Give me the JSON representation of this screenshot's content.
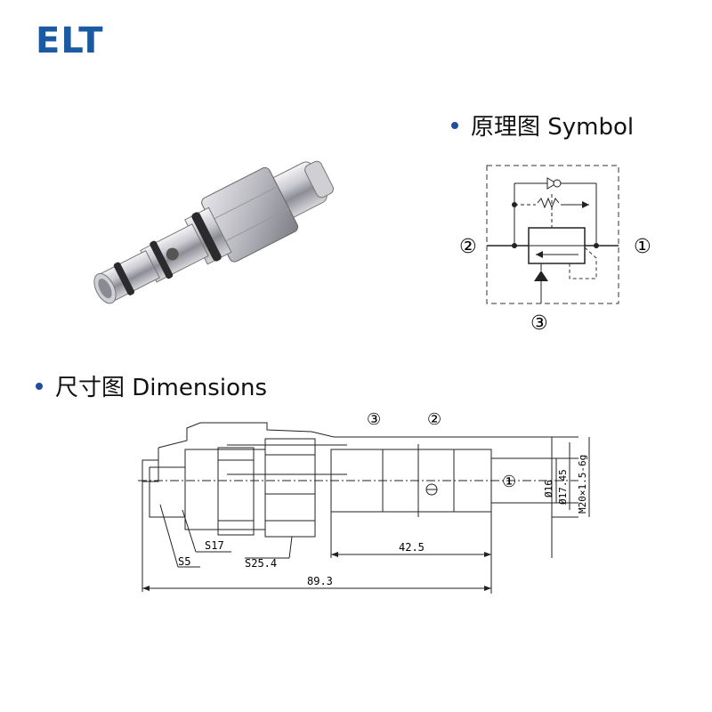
{
  "logo": {
    "text": "ELT",
    "color": "#1a5aa0"
  },
  "sections": {
    "symbol_heading": "原理图 Symbol",
    "dimensions_heading": "尺寸图 Dimensions"
  },
  "symbol": {
    "port_1": "①",
    "port_2": "②",
    "port_3": "③"
  },
  "dimensions": {
    "port_3": "③",
    "port_2": "②",
    "port_1": "①",
    "s17": "S17",
    "s5": "S5",
    "s25_4": "S25.4",
    "len_42_5": "42.5",
    "len_89_3": "89.3",
    "dia_16": "Ø16",
    "dia_17_45": "Ø17.45",
    "thread": "M20×1.5-6g"
  },
  "colors": {
    "bullet": "#1f4e9c",
    "line": "#222222",
    "dashed": "#333333"
  }
}
